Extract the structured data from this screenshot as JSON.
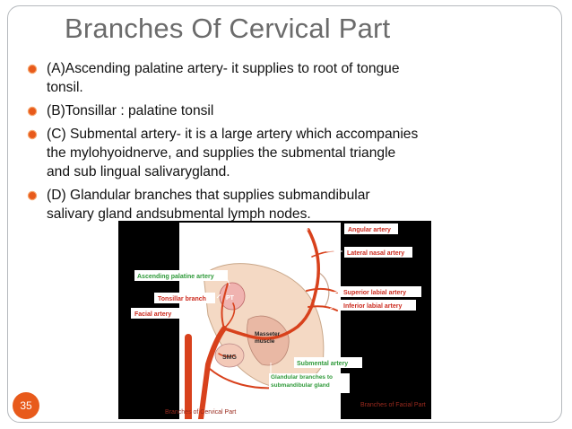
{
  "slide": {
    "title": "Branches Of Cervical Part",
    "bullets": [
      "(A)Ascending palatine artery- it supplies to root of tongue tonsil.",
      "(B)Tonsillar : palatine tonsil",
      "(C) Submental artery- it is a large artery which accompanies the mylohyoidnerve, and supplies the submental triangle and sub lingual salivarygland.",
      "(D) Glandular branches that supplies submandibular salivary gland andsubmental lymph nodes."
    ],
    "page_number": "35"
  },
  "figure": {
    "labels": {
      "angular_artery": "Angular artery",
      "lateral_nasal_artery": "Lateral nasal artery",
      "ascending_palatine_artery": "Ascending palatine artery",
      "tonsillar_branch": "Tonsillar branch",
      "facial_artery": "Facial artery",
      "superior_labial_artery": "Superior labial artery",
      "inferior_labial_artery": "Inferior labial artery",
      "pt": "PT",
      "masseter_muscle": "Masseter muscle",
      "smg": "SMG",
      "submental_artery": "Submental artery",
      "glandular_branches": "Glandular branches to submandibular gland",
      "caption_left": "Branches of Cervical Part",
      "caption_right": "Branches of Facial Part"
    },
    "colors": {
      "artery": "#d8411c",
      "label_green": "#2f9a3a",
      "label_red": "#cc2a1e",
      "caption": "#9a2a1e"
    }
  },
  "theme": {
    "accent": "#e85a1b",
    "title_color": "#6b6b6b"
  }
}
